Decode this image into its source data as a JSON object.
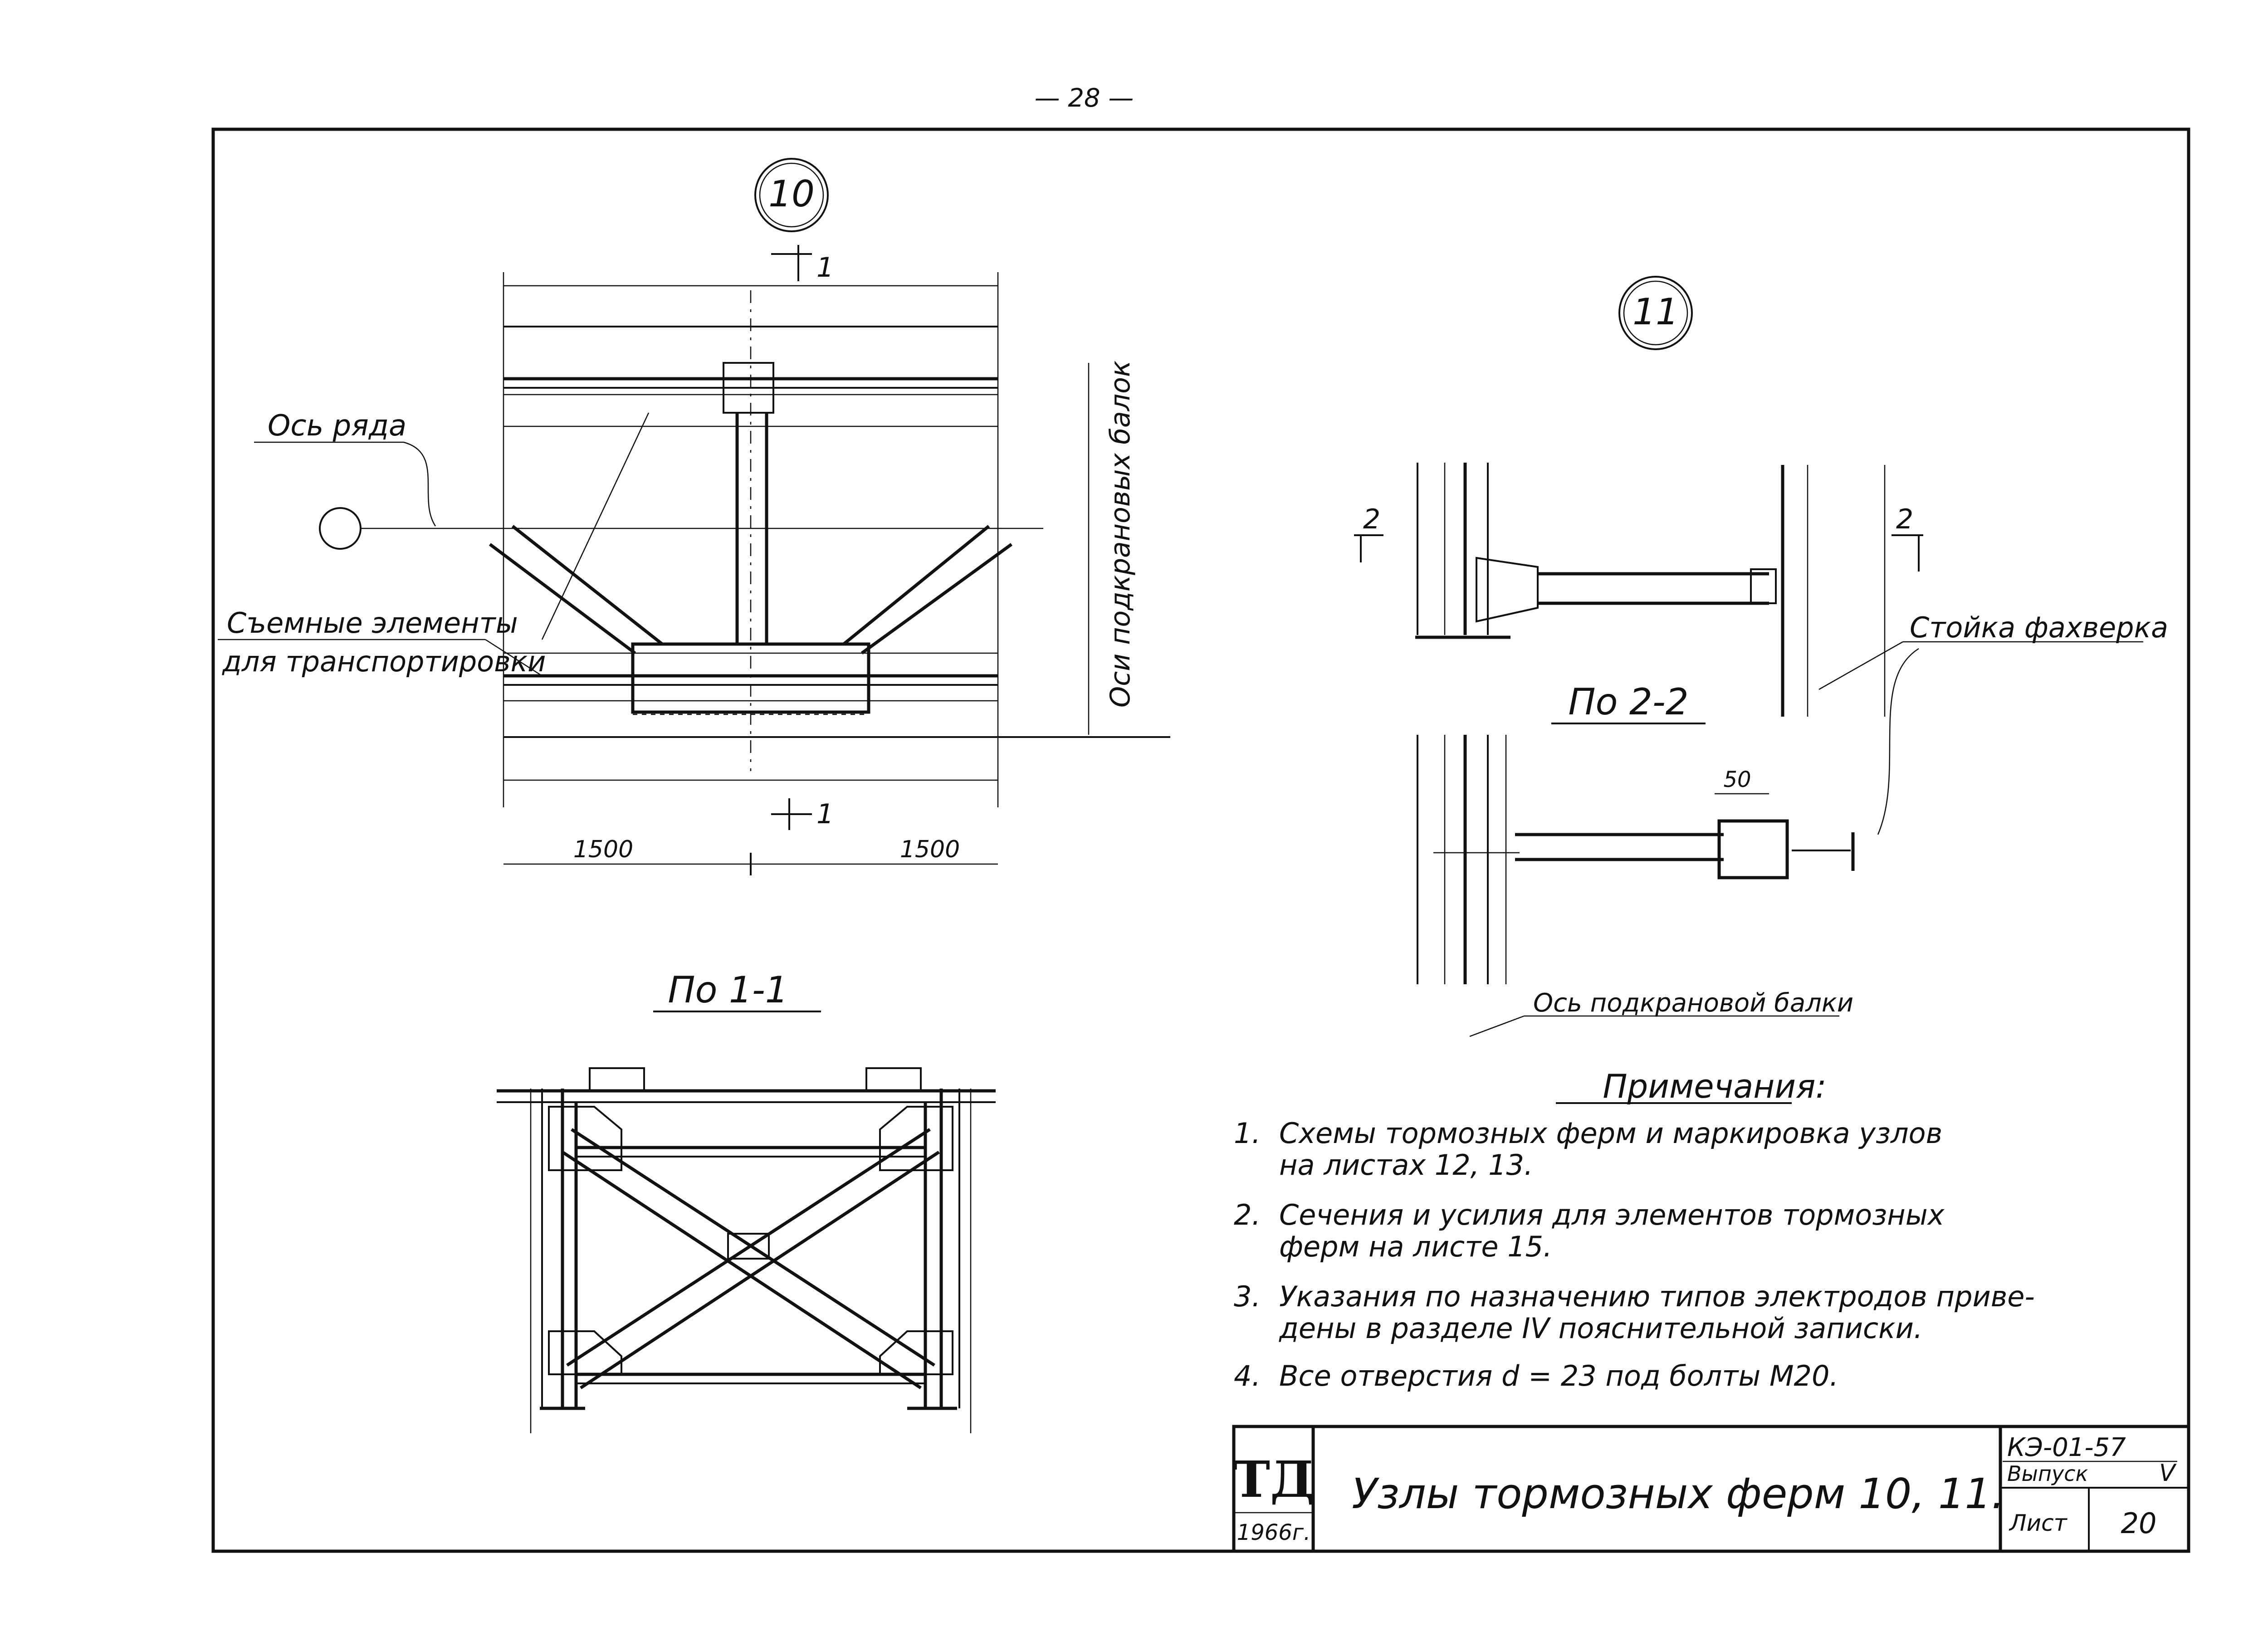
{
  "page_number": "— 28 —",
  "node10": {
    "marker": "10",
    "section_mark": "1",
    "axis_row_label": "Ось ряда",
    "removable_label_line1": "Съемные элементы",
    "removable_label_line2": "для транспортировки",
    "beam_axes_label": "Оси подкрановых балок",
    "dim_left": "1500",
    "dim_right": "1500"
  },
  "section11": {
    "title": "По 1-1"
  },
  "node11": {
    "marker": "11",
    "section_mark": "2",
    "post_label": "Стойка фахверка",
    "section_title": "По 2-2",
    "dim_50": "50",
    "beam_axis_label": "Ось подкрановой балки"
  },
  "notes": {
    "title": "Примечания:",
    "items": [
      {
        "num": "1.",
        "line1": "Схемы тормозных ферм и маркировка узлов",
        "line2": "на листах 12, 13."
      },
      {
        "num": "2.",
        "line1": "Сечения и усилия для элементов тормозных",
        "line2": "ферм на листе 15."
      },
      {
        "num": "3.",
        "line1": "Указания по назначению типов электродов приве-",
        "line2": "дены в разделе IV пояснительной записки."
      },
      {
        "num": "4.",
        "line1": "Все отверстия d = 23   под болты М20.",
        "line2": ""
      }
    ]
  },
  "title_block": {
    "logo": "ТД",
    "year": "1966г.",
    "title": "Узлы тормозных ферм 10, 11.",
    "code": "КЭ-01-57",
    "issue_label": "Выпуск",
    "issue_value": "V",
    "sheet_label": "Лист",
    "sheet_value": "20"
  }
}
